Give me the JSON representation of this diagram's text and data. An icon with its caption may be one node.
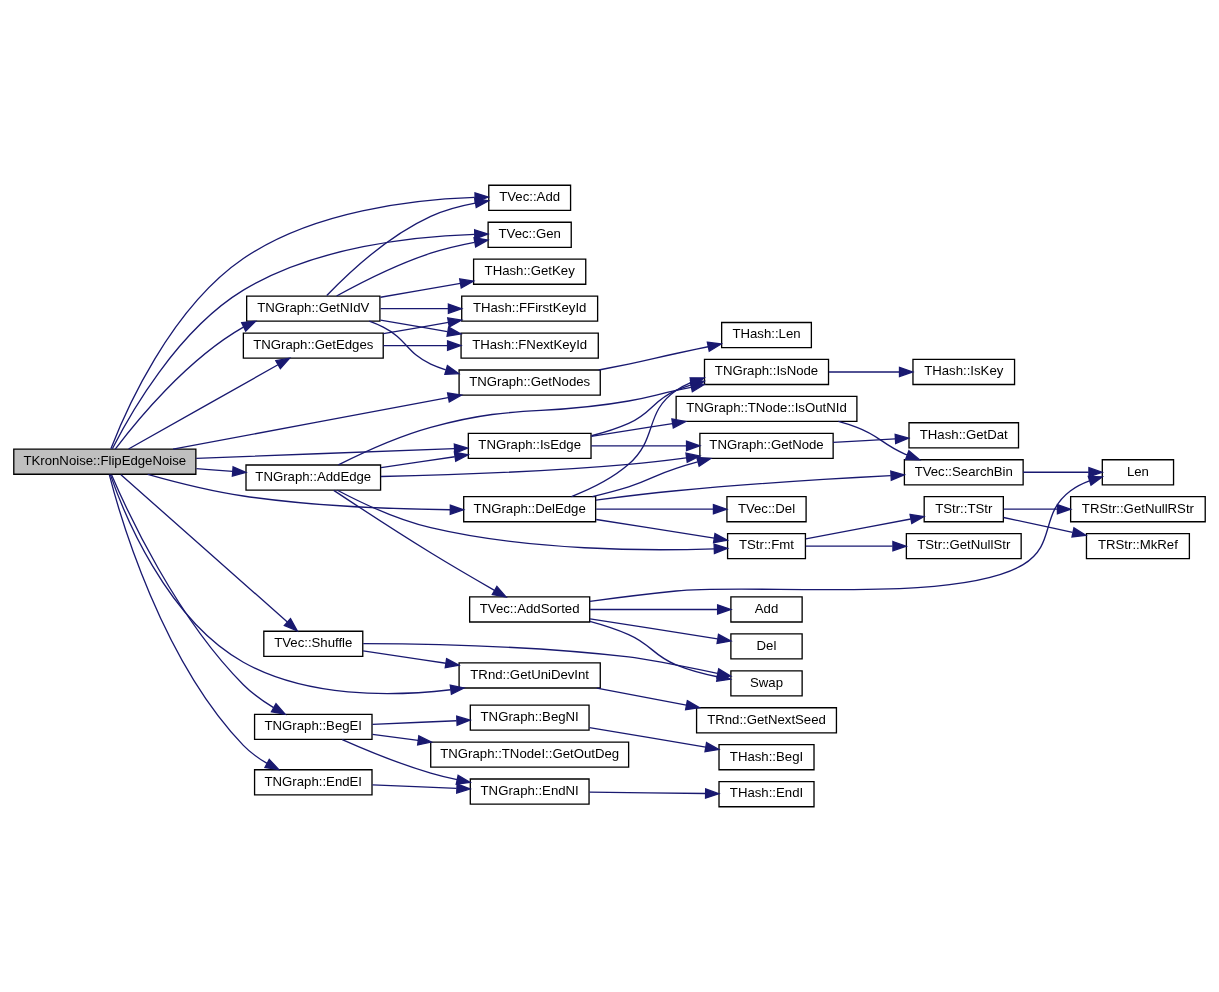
{
  "diagram": {
    "nodes": [
      {
        "text": [
          "TKronNoise::FlipEdgeNoise"
        ]
      },
      {
        "text": [
          "TVec::Add"
        ]
      },
      {
        "text": [
          "TVec::Gen"
        ]
      },
      {
        "text": [
          "TNGraph::GetNIdV"
        ]
      },
      {
        "text": [
          "THash::GetKey"
        ]
      },
      {
        "text": [
          "THash::FFirstKeyId"
        ]
      },
      {
        "text": [
          "TNGraph::GetEdges"
        ]
      },
      {
        "text": [
          "THash::FNextKeyId"
        ]
      },
      {
        "text": [
          "TNGraph::GetNodes"
        ]
      },
      {
        "text": [
          "THash::Len"
        ]
      },
      {
        "text": [
          "TNGraph::IsNode"
        ]
      },
      {
        "text": [
          "THash::IsKey"
        ]
      },
      {
        "text": [
          "TNGraph::IsEdge"
        ]
      },
      {
        "text": [
          "TNGraph::GetNode"
        ]
      },
      {
        "text": [
          "THash::GetDat"
        ]
      },
      {
        "text": [
          "TNGraph::AddEdge"
        ]
      },
      {
        "text": [
          "TStr::Fmt"
        ]
      },
      {
        "text": [
          "TStr::TStr"
        ]
      },
      {
        "text": [
          "TRStr::GetNullRStr"
        ]
      },
      {
        "text": [
          "TRStr::MkRef"
        ]
      },
      {
        "text": [
          "TNGraph::TNode::IsOutNId"
        ]
      },
      {
        "text": [
          "TStr::GetNullStr"
        ]
      },
      {
        "text": [
          "TNGraph::DelEdge"
        ]
      },
      {
        "text": [
          "TVec::SearchBin"
        ]
      },
      {
        "text": [
          "Len"
        ]
      },
      {
        "text": [
          "TVec::Del"
        ]
      },
      {
        "text": [
          "TVec::AddSorted"
        ]
      },
      {
        "text": [
          "Add"
        ]
      },
      {
        "text": [
          "Del"
        ]
      },
      {
        "text": [
          "TVec::Shuffle"
        ]
      },
      {
        "text": [
          "Swap"
        ]
      },
      {
        "text": [
          "TRnd::GetUniDevInt"
        ]
      },
      {
        "text": [
          "TRnd::GetNextSeed"
        ]
      },
      {
        "text": [
          "TNGraph::BegEI"
        ]
      },
      {
        "text": [
          "TNGraph::BegNI"
        ]
      },
      {
        "text": [
          "TNGraph::TNodeI::GetOutDeg"
        ]
      },
      {
        "text": [
          "THash::BegI"
        ]
      },
      {
        "text": [
          "TNGraph::EndEI"
        ]
      },
      {
        "text": [
          "TNGraph::EndNI"
        ]
      },
      {
        "text": [
          "THash::EndI"
        ]
      }
    ],
    "edges": [
      {
        "from": 0,
        "to": 1,
        "arrow": "to"
      },
      {
        "from": 0,
        "to": 2,
        "arrow": "to"
      },
      {
        "from": 0,
        "to": 3,
        "arrow": "to"
      },
      {
        "from": 0,
        "to": 6,
        "arrow": "to"
      },
      {
        "from": 0,
        "to": 8,
        "arrow": "to"
      },
      {
        "from": 0,
        "to": 12,
        "arrow": "to"
      },
      {
        "from": 0,
        "to": 15,
        "arrow": "to"
      },
      {
        "from": 0,
        "to": 22,
        "arrow": "to"
      },
      {
        "from": 0,
        "to": 29,
        "arrow": "to"
      },
      {
        "from": 0,
        "to": 31,
        "arrow": "to"
      },
      {
        "from": 0,
        "to": 33,
        "arrow": "to"
      },
      {
        "from": 0,
        "to": 37,
        "arrow": "to"
      },
      {
        "from": 3,
        "to": 1,
        "arrow": "to"
      },
      {
        "from": 3,
        "to": 2,
        "arrow": "to"
      },
      {
        "from": 3,
        "to": 4,
        "arrow": "to"
      },
      {
        "from": 3,
        "to": 5,
        "arrow": "to"
      },
      {
        "from": 3,
        "to": 7,
        "arrow": "to"
      },
      {
        "from": 3,
        "to": 8,
        "arrow": "to"
      },
      {
        "from": 6,
        "to": 5,
        "arrow": "to"
      },
      {
        "from": 6,
        "to": 7,
        "arrow": "to"
      },
      {
        "from": 8,
        "to": 9,
        "arrow": "to"
      },
      {
        "from": 10,
        "to": 11,
        "arrow": "to"
      },
      {
        "from": 12,
        "to": 10,
        "arrow": "to"
      },
      {
        "from": 12,
        "to": 13,
        "arrow": "to"
      },
      {
        "from": 12,
        "to": 20,
        "arrow": "to"
      },
      {
        "from": 13,
        "to": 14,
        "arrow": "to"
      },
      {
        "from": 15,
        "to": 10,
        "arrow": "to"
      },
      {
        "from": 15,
        "to": 12,
        "arrow": "to"
      },
      {
        "from": 15,
        "to": 13,
        "arrow": "to"
      },
      {
        "from": 15,
        "to": 16,
        "arrow": "to"
      },
      {
        "from": 15,
        "to": 26,
        "arrow": "to"
      },
      {
        "from": 16,
        "to": 17,
        "arrow": "to"
      },
      {
        "from": 16,
        "to": 21,
        "arrow": "to"
      },
      {
        "from": 17,
        "to": 18,
        "arrow": "to"
      },
      {
        "from": 17,
        "to": 19,
        "arrow": "to"
      },
      {
        "from": 20,
        "to": 23,
        "arrow": "to"
      },
      {
        "from": 22,
        "to": 10,
        "arrow": "to"
      },
      {
        "from": 22,
        "to": 13,
        "arrow": "to"
      },
      {
        "from": 22,
        "to": 16,
        "arrow": "to"
      },
      {
        "from": 22,
        "to": 23,
        "arrow": "to"
      },
      {
        "from": 22,
        "to": 25,
        "arrow": "to"
      },
      {
        "from": 23,
        "to": 24,
        "arrow": "to"
      },
      {
        "from": 26,
        "to": 24,
        "arrow": "to"
      },
      {
        "from": 26,
        "to": 27,
        "arrow": "to"
      },
      {
        "from": 26,
        "to": 28,
        "arrow": "to"
      },
      {
        "from": 26,
        "to": 30,
        "arrow": "to"
      },
      {
        "from": 29,
        "to": 30,
        "arrow": "to"
      },
      {
        "from": 29,
        "to": 31,
        "arrow": "to"
      },
      {
        "from": 31,
        "to": 32,
        "arrow": "to"
      },
      {
        "from": 33,
        "to": 34,
        "arrow": "to"
      },
      {
        "from": 33,
        "to": 35,
        "arrow": "to"
      },
      {
        "from": 33,
        "to": 38,
        "arrow": "to"
      },
      {
        "from": 34,
        "to": 36,
        "arrow": "to"
      },
      {
        "from": 37,
        "to": 38,
        "arrow": "to"
      },
      {
        "from": 38,
        "to": 39,
        "arrow": "to"
      }
    ]
  }
}
